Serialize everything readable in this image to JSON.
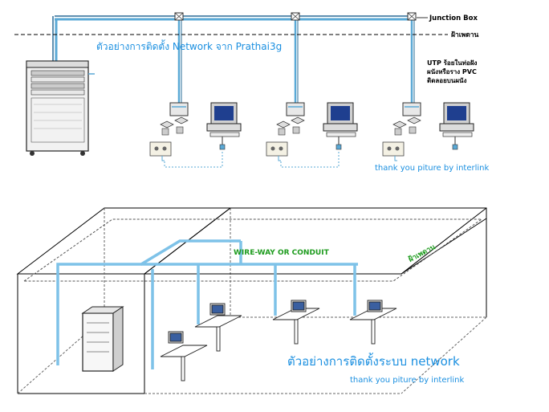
{
  "top_diagram": {
    "junction_box_label": "Junction Box",
    "ceiling_label": "ฝ้าเพดาน",
    "caption": "ตัวอย่างการติดตั้ง Network จาก Prathai3g",
    "utp_note_lines": [
      "UTP ร้อยในท่อฝัง",
      "ผนังหรือราง PVC",
      "ติดลอยบนผนัง"
    ],
    "credit": "thank you piture by interlink"
  },
  "bottom_diagram": {
    "wireway_label": "WIRE-WAY OR CONDUIT",
    "ceiling_label": "ฝ้าเพดาน",
    "caption": "ตัวอย่างการติดตั้งระบบ network",
    "credit": "thank you piture by interlink"
  },
  "colors": {
    "cable_blue": "#5aa9d6",
    "caption_blue": "#1a8fe0",
    "wireway_green": "#1d9b1d"
  }
}
